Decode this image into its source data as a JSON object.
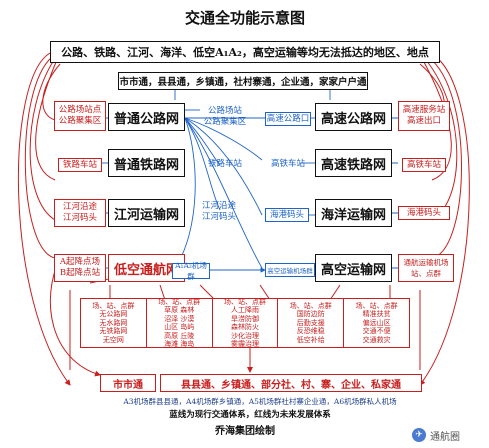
{
  "title": "交通全功能示意图",
  "top_banner": "公路、铁路、江河、海洋、低空A₁A₂，高空运输等均无法抵达的地区、地点",
  "second_banner": "市市通，县县通，乡镇通，社村寨通，企业通，家家户户通",
  "left_labels": {
    "road": [
      "公路场站点",
      "公路聚集区"
    ],
    "rail": "铁路车站",
    "river": [
      "江河沿途",
      "江河码头"
    ],
    "lowair": [
      "A起降点场",
      "B起降点站"
    ]
  },
  "left_main": {
    "road": "普通公路网",
    "rail": "普通铁路网",
    "river": "江河运输网",
    "lowair": "低空通航网"
  },
  "mid_left": {
    "road": [
      "公路场站",
      "公路聚集区"
    ],
    "rail": "铁路车站",
    "river": [
      "江河沿途",
      "江河码头"
    ],
    "lowair": "A₁A₂机场群"
  },
  "mid_right": {
    "highway": "高速公路口",
    "hsr": "高铁车站",
    "sea": "海港码头",
    "air": "高空运输机场群"
  },
  "right_main": {
    "highway": "高速公路网",
    "hsr": "高速铁路网",
    "sea": "海洋运输网",
    "air": "高空运输网"
  },
  "right_labels": {
    "highway": [
      "高速服务站",
      "高速出口"
    ],
    "hsr": "高铁车站",
    "sea": "海港码头",
    "air": [
      "通航运输机场",
      "站、点群"
    ]
  },
  "sites_header": "场、站、点群",
  "site_columns": [
    {
      "header": "场、站、点群",
      "items": [
        "无公路网",
        "无水路网",
        "无铁路网",
        "无空网"
      ]
    },
    {
      "header": "场、站、点群",
      "items": [
        "草原  森林",
        "沼泽  沙漠",
        "山区  岛屿",
        "高原  丘陵",
        "海滩  海岛"
      ]
    },
    {
      "header": "场、站、点群",
      "items": [
        "人工降雨",
        "旱涝防御",
        "森林防火",
        "沙化治理",
        "雾霾治理"
      ]
    },
    {
      "header": "场、站、点群",
      "items": [
        "国防边防",
        "后勤支援",
        "反恐维稳",
        "低空补给"
      ]
    },
    {
      "header": "场、站、点群",
      "items": [
        "精准扶贫",
        "偏远山区",
        "交通不便",
        "交通救灾"
      ]
    }
  ],
  "bottom_left": "市市通",
  "bottom_main": "县县通、乡镇通、部分社、村、寨、企业、私家通",
  "footnote_1": "A3机场群县县通，A4机场群乡镇通，A5机场群社村寨企业通，A6机场群私人机场",
  "footnote_2": "蓝线为现行交通体系，红线为未来发展体系",
  "credit": "乔海集团绘制",
  "watermark": "通航圈",
  "colors": {
    "blue": "#1f64c8",
    "red": "#c81e1e",
    "black": "#111111"
  }
}
